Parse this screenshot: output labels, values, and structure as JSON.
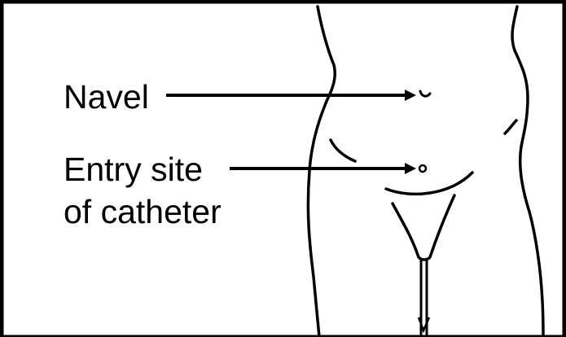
{
  "labels": {
    "navel": "Navel",
    "entry_site_line1": "Entry site",
    "entry_site_line2": "of catheter"
  },
  "colors": {
    "ink": "#000000",
    "background": "#ffffff"
  }
}
